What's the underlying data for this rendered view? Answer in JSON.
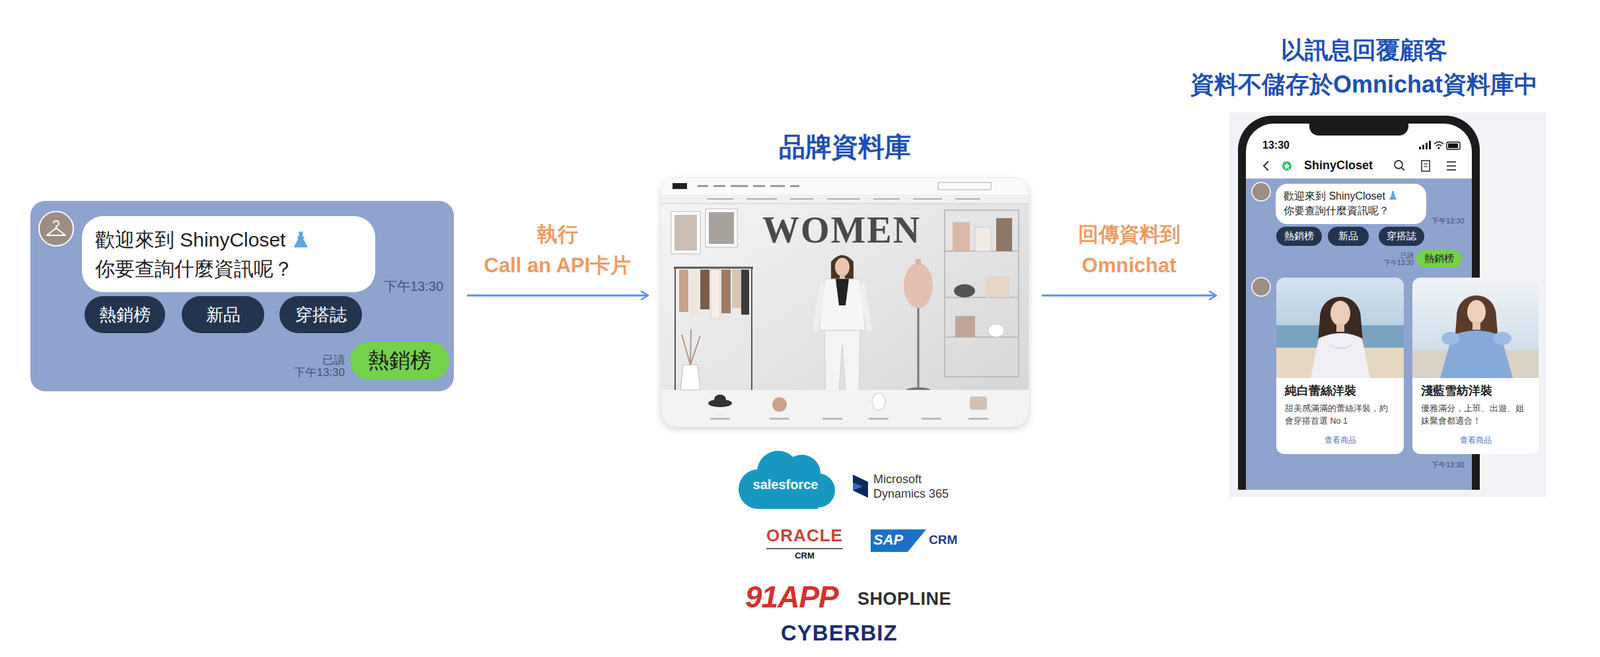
{
  "diagram": {
    "nodes": [
      {
        "text": [
          "下午13:30",
          "已讀 下午13:30"
        ]
      },
      {
        "text": [
          "歡迎來到 ShinyCloset 你要查詢什麼資訊呢？"
        ],
        "in": 0
      },
      {
        "text": [
          "熱銷榜"
        ],
        "in": 0
      },
      {
        "text": [
          "新品"
        ],
        "in": 0
      },
      {
        "text": [
          "穿搭誌"
        ],
        "in": 0
      },
      {
        "text": [
          "熱銷榜"
        ],
        "in": 0
      },
      {
        "text": [
          "品牌資料庫"
        ]
      },
      {
        "text": [
          "以訊息回覆顧客 資料不儲存於Omnichat資料庫中",
          "13:30",
          "ShinyCloset",
          "下午13:30",
          "已讀 下午13:30",
          "下午13:30"
        ]
      },
      {
        "text": [
          "歡迎來到 ShinyCloset 你要查詢什麼資訊呢？"
        ],
        "in": 7
      },
      {
        "text": [
          "熱銷榜"
        ],
        "in": 7
      },
      {
        "text": [
          "新品"
        ],
        "in": 7
      },
      {
        "text": [
          "穿搭誌"
        ],
        "in": 7
      },
      {
        "text": [
          "熱銷榜"
        ],
        "in": 7
      },
      {
        "text": [
          "純白蕾絲洋裝",
          "甜美感滿滿的蕾絲洋裝，約會穿搭首選 No 1",
          "查看商品"
        ],
        "in": 7
      },
      {
        "text": [
          "淺藍雪紡洋裝",
          "優雅滿分，上班、出遊、姐妹聚會都適合！",
          "查看商品"
        ],
        "in": 7
      }
    ],
    "edges": [
      {
        "from": 0,
        "to": 6,
        "label": "執行 Call an API卡片",
        "arrow": "to"
      },
      {
        "from": 6,
        "to": 7,
        "label": "回傳資料到 Omnichat",
        "arrow": "to"
      }
    ],
    "labels": [
      "WOMEN",
      "salesforce",
      "Microsoft Dynamics 365",
      "ORACLE",
      "CRM",
      "SAP",
      "CRM",
      "91APP",
      "SHOPLINE",
      "CYBERBIZ"
    ]
  }
}
